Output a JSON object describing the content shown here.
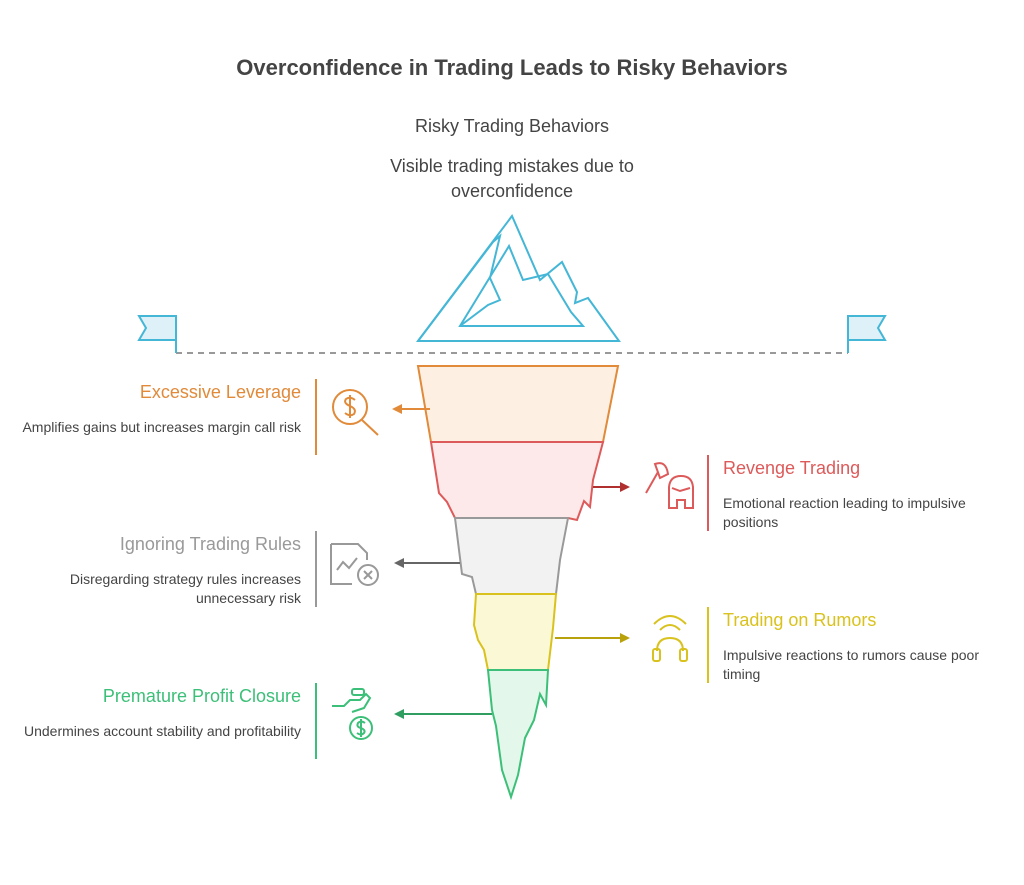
{
  "title": "Overconfidence in Trading Leads to Risky Behaviors",
  "tip": {
    "title": "Risky Trading Behaviors",
    "description": "Visible trading mistakes due to overconfidence"
  },
  "items": [
    {
      "title": "Excessive Leverage",
      "description": "Amplifies gains but increases margin call risk",
      "color": "#e08a3a",
      "icon": "magnifier-dollar-icon"
    },
    {
      "title": "Revenge Trading",
      "description": "Emotional reaction leading to impulsive positions",
      "color": "#dd5a5a",
      "icon": "warrior-axe-icon"
    },
    {
      "title": "Ignoring Trading Rules",
      "description": "Disregarding strategy rules increases unnecessary risk",
      "color": "#999999",
      "icon": "document-chart-x-icon"
    },
    {
      "title": "Trading on Rumors",
      "description": "Impulsive reactions to rumors cause poor timing",
      "color": "#d9c21e",
      "icon": "headphones-signal-icon"
    },
    {
      "title": "Premature Profit Closure",
      "description": "Undermines account stability and profitability",
      "color": "#3cbf78",
      "icon": "hand-money-icon"
    }
  ]
}
